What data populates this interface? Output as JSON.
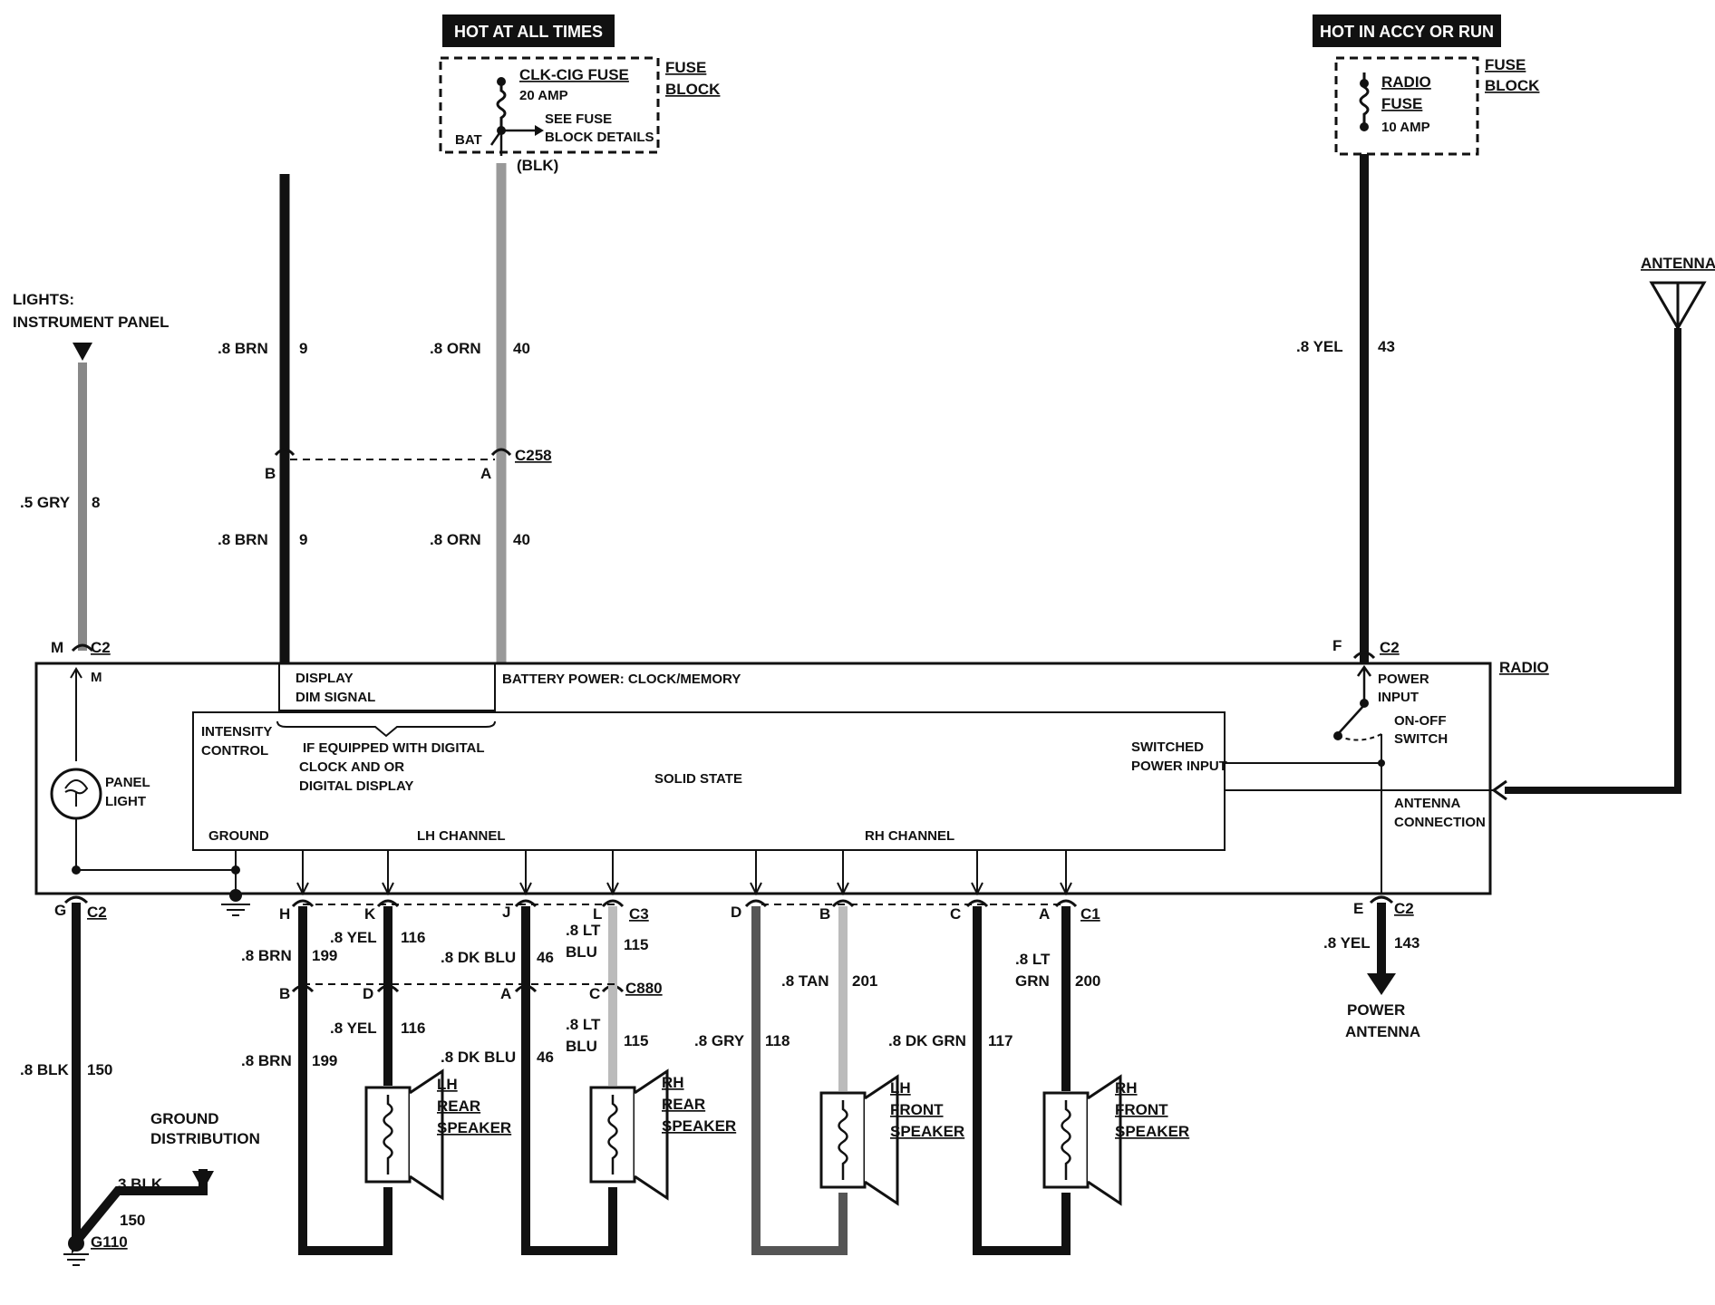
{
  "banners": {
    "hot_at_all_times": "HOT AT ALL TIMES",
    "hot_in_accy": "HOT IN ACCY OR RUN"
  },
  "fuse_block_left": {
    "fuse_name": "CLK-CIG FUSE",
    "rating": "20 AMP",
    "see_details_1": "SEE FUSE",
    "see_details_2": "BLOCK DETAILS",
    "bat": "BAT",
    "block_1": "FUSE",
    "block_2": "BLOCK",
    "wire_color": "(BLK)"
  },
  "fuse_block_right": {
    "fuse_name_1": "RADIO",
    "fuse_name_2": "FUSE",
    "rating": "10 AMP",
    "block_1": "FUSE",
    "block_2": "BLOCK"
  },
  "lights": {
    "line1": "LIGHTS:",
    "line2": "INSTRUMENT PANEL"
  },
  "antenna": {
    "label": "ANTENNA"
  },
  "wires": {
    "gry_color": ".5 GRY",
    "gry_num": "8",
    "brn_color": ".8 BRN",
    "brn_num": "9",
    "orn_color": ".8 ORN",
    "orn_num": "40",
    "yel_color": ".8 YEL",
    "yel_num": "43",
    "blk_color": ".8 BLK",
    "blk_num": "150",
    "blk3_color": "3 BLK",
    "blk3_num": "150",
    "w199_color": ".8 BRN",
    "w199_num": "199",
    "w116_color": ".8 YEL",
    "w116_num": "116",
    "w46_color": ".8 DK BLU",
    "w46_num": "46",
    "w115_color1": ".8 LT",
    "w115_color2": "BLU",
    "w115_num": "115",
    "w118_color": ".8 GRY",
    "w118_num": "118",
    "w201_color": ".8 TAN",
    "w201_num": "201",
    "w117_color": ".8 DK GRN",
    "w117_num": "117",
    "w200_color1": ".8 LT",
    "w200_color2": "GRN",
    "w200_num": "200",
    "w143_color": ".8 YEL",
    "w143_num": "143"
  },
  "connectors": {
    "c258": "C258",
    "c880": "C880",
    "c2": "C2",
    "c3": "C3",
    "c1": "C1",
    "a": "A",
    "b": "B",
    "c": "C",
    "d": "D",
    "e": "E",
    "f": "F",
    "g": "G",
    "h": "H",
    "j": "J",
    "k": "K",
    "l": "L",
    "m": "M"
  },
  "radio": {
    "title": "RADIO",
    "display_1": "DISPLAY",
    "display_2": "DIM SIGNAL",
    "battery_power": "BATTERY POWER: CLOCK/MEMORY",
    "intensity_1": "INTENSITY",
    "intensity_2": "CONTROL",
    "equipped_1": "IF EQUIPPED WITH DIGITAL",
    "equipped_2": "CLOCK AND OR",
    "equipped_3": "DIGITAL DISPLAY",
    "solid_state": "SOLID STATE",
    "switched_1": "SWITCHED",
    "switched_2": "POWER INPUT",
    "power_input_1": "POWER",
    "power_input_2": "INPUT",
    "onoff_1": "ON-OFF",
    "onoff_2": "SWITCH",
    "antenna_conn_1": "ANTENNA",
    "antenna_conn_2": "CONNECTION",
    "panel_light_1": "PANEL",
    "panel_light_2": "LIGHT",
    "ground": "GROUND",
    "lh_channel": "LH CHANNEL",
    "rh_channel": "RH CHANNEL"
  },
  "ground": {
    "dist_1": "GROUND",
    "dist_2": "DISTRIBUTION",
    "g110": "G110"
  },
  "power_antenna": {
    "line1": "POWER",
    "line2": "ANTENNA"
  },
  "speakers": {
    "lh_rear": [
      "LH",
      "REAR",
      "SPEAKER"
    ],
    "rh_rear": [
      "RH",
      "REAR",
      "SPEAKER"
    ],
    "lh_front": [
      "LH",
      "FRONT",
      "SPEAKER"
    ],
    "rh_front": [
      "RH",
      "FRONT",
      "SPEAKER"
    ]
  }
}
